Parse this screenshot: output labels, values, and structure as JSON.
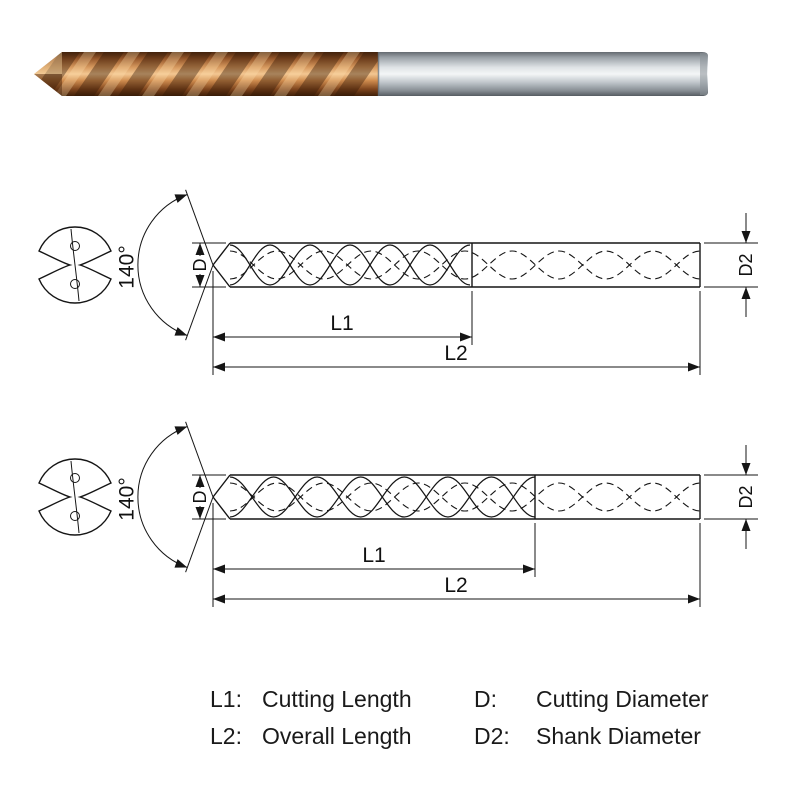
{
  "photo": {
    "description": "coolant-through carbide twist drill, copper coated flutes with plain carbide shank",
    "colors": {
      "flute_coating": "#c98a52",
      "shank_steel": "#c9ced2",
      "line_ink": "#151515"
    }
  },
  "drawings": [
    {
      "angle": "140°",
      "d": "D",
      "d2": "D2",
      "l1": "L1",
      "l2": "L2"
    },
    {
      "angle": "140°",
      "d": "D",
      "d2": "D2",
      "l1": "L1",
      "l2": "L2"
    }
  ],
  "legend": {
    "rows": [
      {
        "key1": "L1:",
        "val1": "Cutting Length",
        "key2": "D:",
        "val2": "Cutting Diameter"
      },
      {
        "key1": "L2:",
        "val1": "Overall Length",
        "key2": "D2:",
        "val2": "Shank Diameter"
      }
    ]
  }
}
